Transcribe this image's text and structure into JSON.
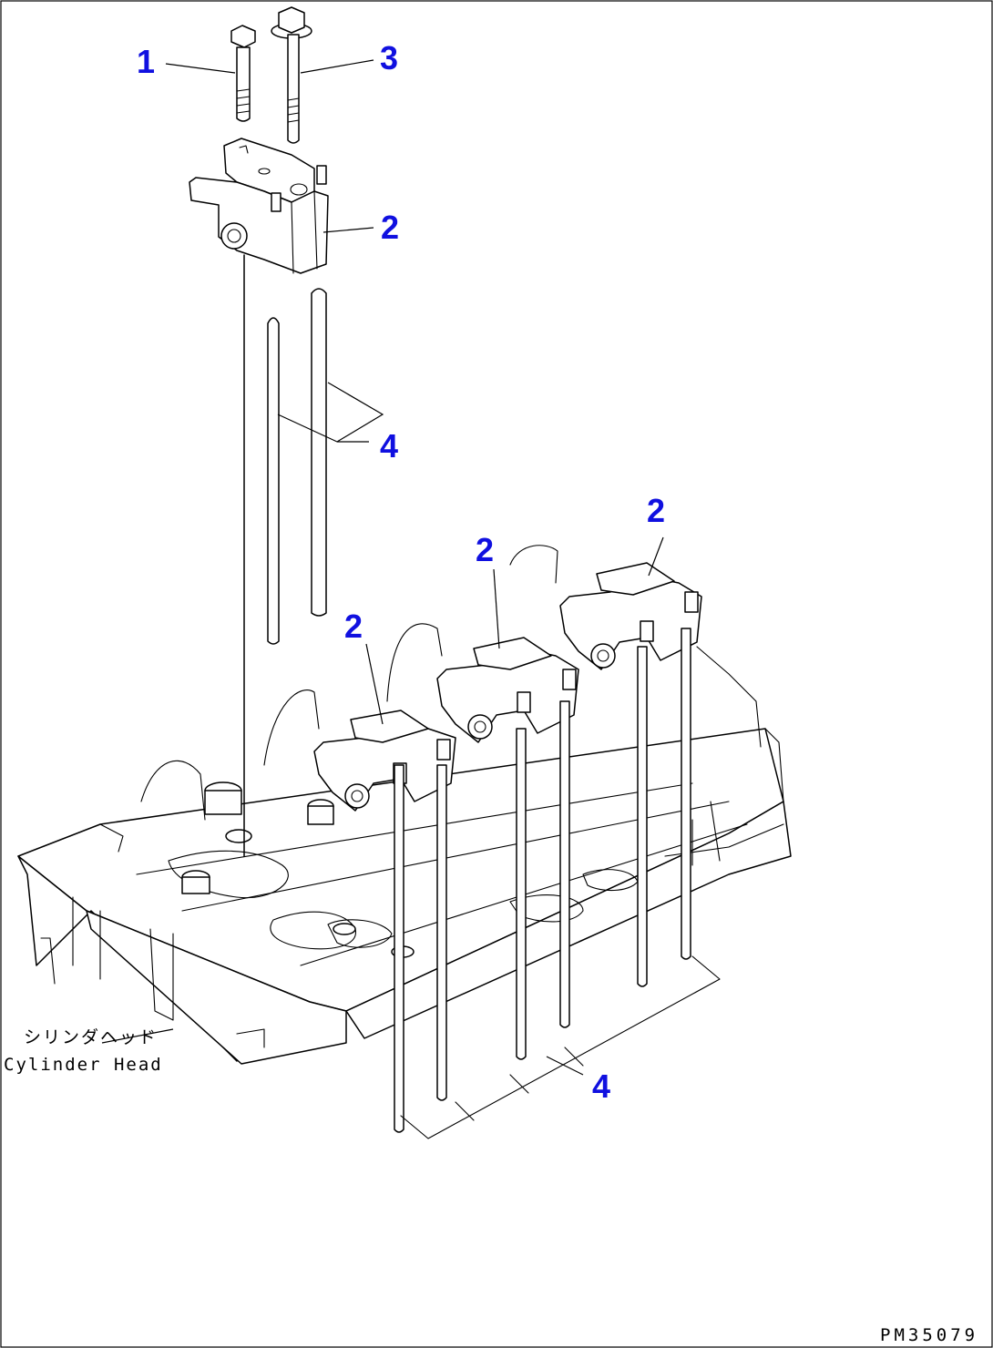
{
  "callouts": {
    "bolt_short": "1",
    "rocker_arm_assembly": "2",
    "bolt_long": "3",
    "push_rod": "4"
  },
  "labels": {
    "cylinder_head_jp": "シリンダヘッド",
    "cylinder_head_en": "Cylinder Head",
    "drawing_code": "PM35079"
  },
  "colors": {
    "callout": "#1010e0",
    "linework": "#000000",
    "background": "#ffffff"
  }
}
